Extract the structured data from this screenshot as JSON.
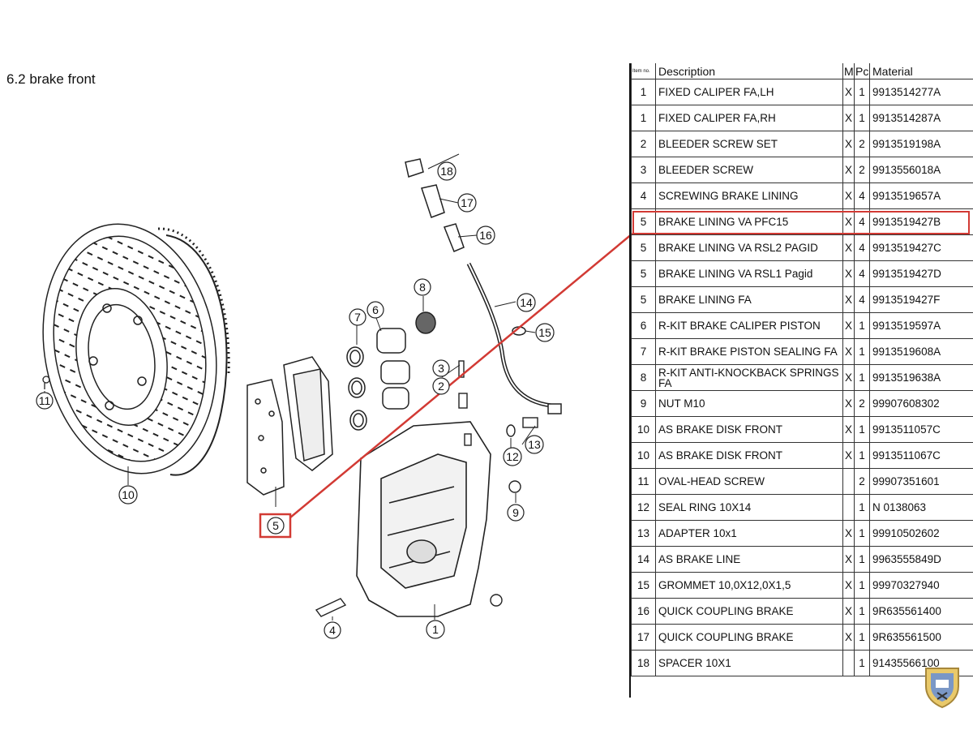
{
  "section": {
    "title": "6.2  brake front"
  },
  "table": {
    "headers": {
      "item": "Item no.",
      "description": "Description",
      "m": "M",
      "pc": "Pc.",
      "material": "Material"
    },
    "rows": [
      {
        "item": "1",
        "description": "FIXED CALIPER FA,LH",
        "m": "X",
        "pc": "1",
        "material": "9913514277A"
      },
      {
        "item": "1",
        "description": "FIXED CALIPER FA,RH",
        "m": "X",
        "pc": "1",
        "material": "9913514287A"
      },
      {
        "item": "2",
        "description": "BLEEDER SCREW SET",
        "m": "X",
        "pc": "2",
        "material": "9913519198A"
      },
      {
        "item": "3",
        "description": "BLEEDER SCREW",
        "m": "X",
        "pc": "2",
        "material": "9913556018A"
      },
      {
        "item": "4",
        "description": "SCREWING BRAKE LINING",
        "m": "X",
        "pc": "4",
        "material": "9913519657A"
      },
      {
        "item": "5",
        "description": "BRAKE LINING VA PFC15",
        "m": "X",
        "pc": "4",
        "material": "9913519427B",
        "highlighted": true
      },
      {
        "item": "5",
        "description": "BRAKE LINING VA RSL2 PAGID",
        "m": "X",
        "pc": "4",
        "material": "9913519427C"
      },
      {
        "item": "5",
        "description": "BRAKE LINING VA RSL1 Pagid",
        "m": "X",
        "pc": "4",
        "material": "9913519427D"
      },
      {
        "item": "5",
        "description": "BRAKE LINING FA",
        "m": "X",
        "pc": "4",
        "material": "9913519427F"
      },
      {
        "item": "6",
        "description": "R-KIT BRAKE CALIPER PISTON",
        "m": "X",
        "pc": "1",
        "material": "9913519597A"
      },
      {
        "item": "7",
        "description": "R-KIT BRAKE PISTON SEALING FA",
        "m": "X",
        "pc": "1",
        "material": "9913519608A"
      },
      {
        "item": "8",
        "description": "R-KIT ANTI-KNOCKBACK SPRINGS FA",
        "m": "X",
        "pc": "1",
        "material": "9913519638A"
      },
      {
        "item": "9",
        "description": "NUT M10",
        "m": "X",
        "pc": "2",
        "material": "99907608302"
      },
      {
        "item": "10",
        "description": "AS BRAKE DISK FRONT",
        "m": "X",
        "pc": "1",
        "material": "9913511057C"
      },
      {
        "item": "10",
        "description": "AS BRAKE DISK FRONT",
        "m": "X",
        "pc": "1",
        "material": "9913511067C"
      },
      {
        "item": "11",
        "description": "OVAL-HEAD SCREW",
        "m": "",
        "pc": "2",
        "material": "99907351601"
      },
      {
        "item": "12",
        "description": "SEAL RING 10X14",
        "m": "",
        "pc": "1",
        "material": "N  0138063"
      },
      {
        "item": "13",
        "description": "ADAPTER 10x1",
        "m": "X",
        "pc": "1",
        "material": "99910502602"
      },
      {
        "item": "14",
        "description": "AS BRAKE LINE",
        "m": "X",
        "pc": "1",
        "material": "9963555849D"
      },
      {
        "item": "15",
        "description": "GROMMET 10,0X12,0X1,5",
        "m": "X",
        "pc": "1",
        "material": "99970327940"
      },
      {
        "item": "16",
        "description": "QUICK COUPLING BRAKE",
        "m": "X",
        "pc": "1",
        "material": "9R635561400"
      },
      {
        "item": "17",
        "description": "QUICK COUPLING BRAKE",
        "m": "X",
        "pc": "1",
        "material": "9R635561500"
      },
      {
        "item": "18",
        "description": "SPACER 10X1",
        "m": "",
        "pc": "1",
        "material": "91435566100"
      }
    ]
  },
  "callouts": {
    "c1": "1",
    "c2": "2",
    "c3": "3",
    "c4": "4",
    "c5": "5",
    "c6": "6",
    "c7": "7",
    "c8": "8",
    "c9": "9",
    "c10": "10",
    "c11": "11",
    "c12": "12",
    "c13": "13",
    "c14": "14",
    "c15": "15",
    "c16": "16",
    "c17": "17",
    "c18": "18"
  },
  "colors": {
    "highlight": "#d23a34",
    "line": "#222222"
  }
}
